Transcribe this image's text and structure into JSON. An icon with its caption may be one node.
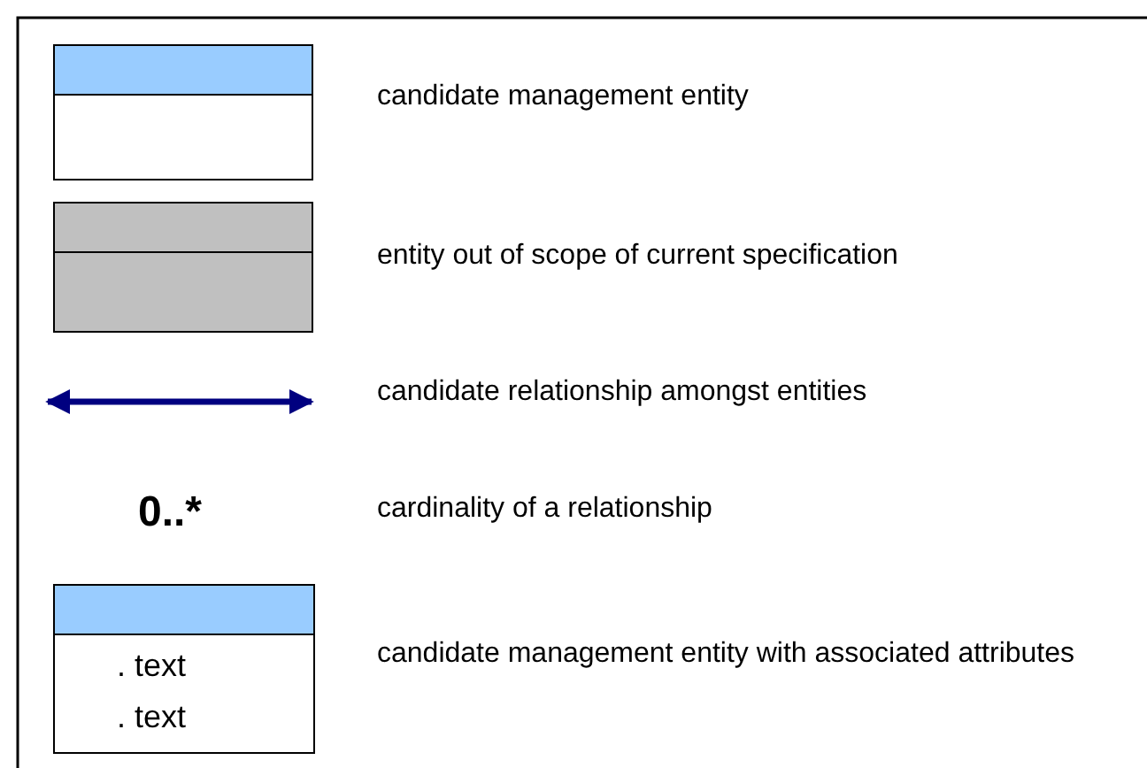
{
  "diagram": {
    "labels": [
      "0..*",
      ". text",
      ". text"
    ],
    "legend": [
      {
        "text": "candidate management entity"
      },
      {
        "text": "entity out of scope of current specification"
      },
      {
        "text": "candidate relationship amongst entities"
      },
      {
        "text": "cardinality of a relationship"
      },
      {
        "text": "candidate management entity with associated attributes"
      }
    ]
  }
}
